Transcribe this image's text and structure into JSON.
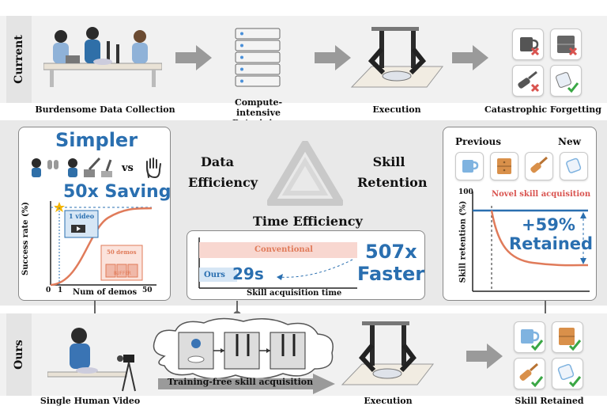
{
  "rows": {
    "current": "Current",
    "ours": "Ours"
  },
  "current": {
    "steps": [
      "Burdensome Data Collection",
      "Compute-intensive Retraining",
      "Execution",
      "Catastrophic Forgetting"
    ]
  },
  "ours": {
    "step1": "Single Human Video",
    "step2": "Training-free skill acquisition",
    "step3": "Execution",
    "step4": "Skill Retained"
  },
  "center": {
    "data_efficiency": "Data Efficiency",
    "skill_retention": "Skill Retention",
    "time_efficiency": "Time Efficiency"
  },
  "data_panel": {
    "title": "Simpler",
    "vs": "vs",
    "saving": "50x Saving",
    "video_label": "1 video",
    "demos_label": "50 demos",
    "buffer_label": "BUFFER",
    "ylabel": "Success rate (%)",
    "xlabel": "Num of demos",
    "ticks": {
      "y0": "0",
      "x1": "1",
      "x50": "50"
    }
  },
  "time_panel": {
    "conventional": "Conventional",
    "ours": "Ours",
    "ours_time": "29s",
    "faster_num": "507x",
    "faster_word": "Faster",
    "xlabel": "Skill acquisition time"
  },
  "retention_panel": {
    "previous": "Previous",
    "new": "New",
    "ylabel": "Skill retention (%)",
    "y100": "100",
    "novel": "Novel skill acquisition",
    "retained_num": "+59%",
    "retained_word": "Retained"
  },
  "colors": {
    "blue": "#2a6fb0",
    "red": "#d9534f",
    "green": "#3aa745",
    "orange": "#e07b5a"
  }
}
